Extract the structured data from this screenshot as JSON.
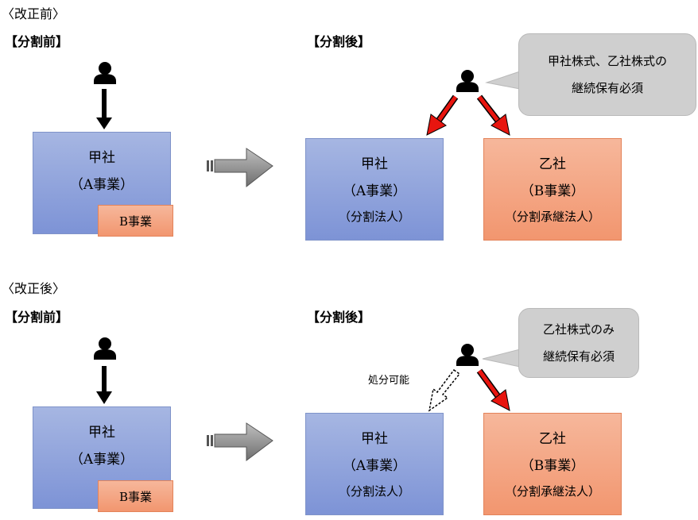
{
  "top": {
    "heading": "〈改正前〉",
    "before_label": "【分割前】",
    "after_label": "【分割後】",
    "before_box": {
      "name": "甲社",
      "business": "（A事業）",
      "sub": "B事業"
    },
    "after_a": {
      "name": "甲社",
      "business": "（A事業）",
      "role": "（分割法人）"
    },
    "after_b": {
      "name": "乙社",
      "business": "（B事業）",
      "role": "（分割承継法人）"
    },
    "bubble": {
      "line1": "甲社株式、乙社株式の",
      "line2": "継続保有必須"
    }
  },
  "bottom": {
    "heading": "〈改正後〉",
    "before_label": "【分割前】",
    "after_label": "【分割後】",
    "before_box": {
      "name": "甲社",
      "business": "（A事業）",
      "sub": "B事業"
    },
    "after_a": {
      "name": "甲社",
      "business": "（A事業）",
      "role": "（分割法人）"
    },
    "after_b": {
      "name": "乙社",
      "business": "（B事業）",
      "role": "（分割承継法人）"
    },
    "bubble": {
      "line1": "乙社株式のみ",
      "line2": "継続保有必須"
    },
    "dispose_note": "処分可能"
  },
  "colors": {
    "blue_box": "#8fa3dc",
    "orange_box": "#f4a582",
    "red_arrow": "#e8150f",
    "gray_arrow": "#8c8c8c",
    "bubble": "#cfcfcf"
  },
  "icons": [
    "person-icon",
    "down-arrow",
    "right-arrow",
    "red-arrow",
    "dashed-arrow"
  ]
}
